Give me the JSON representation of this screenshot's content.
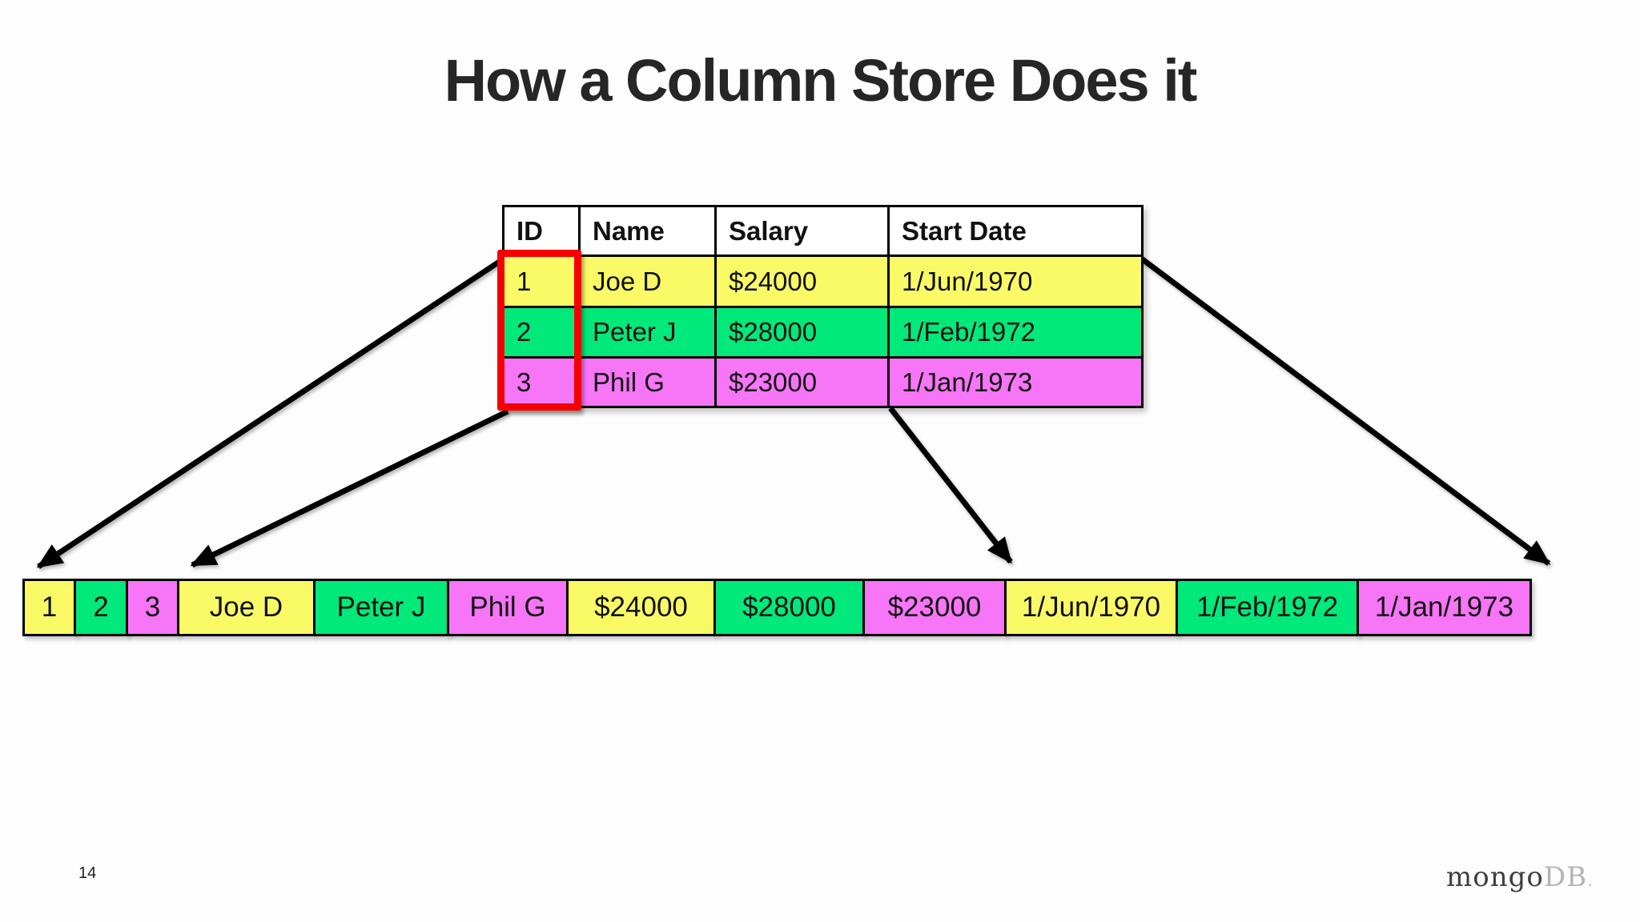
{
  "slide": {
    "title": "How a Column Store Does it",
    "page_number": "14"
  },
  "logo": {
    "prefix": "mongo",
    "suffix": "DB",
    "dot": "."
  },
  "colors": {
    "row_yellow": "#FAFA66",
    "row_green": "#00E97A",
    "row_magenta": "#F775F7",
    "header_white": "#FFFFFF",
    "highlight_red": "#F40000",
    "arrow_black": "#000000"
  },
  "employee_table": {
    "headers": [
      "ID",
      "Name",
      "Salary",
      "Start Date"
    ],
    "rows": [
      {
        "id": "1",
        "name": "Joe D",
        "salary": "$24000",
        "start_date": "1/Jun/1970",
        "color": "#FAFA66"
      },
      {
        "id": "2",
        "name": "Peter J",
        "salary": "$28000",
        "start_date": "1/Feb/1972",
        "color": "#00E97A"
      },
      {
        "id": "3",
        "name": "Phil G",
        "salary": "$23000",
        "start_date": "1/Jan/1973",
        "color": "#F775F7"
      }
    ]
  },
  "column_store_row": {
    "cells": [
      {
        "label": "1",
        "color": "#FAFA66"
      },
      {
        "label": "2",
        "color": "#00E97A"
      },
      {
        "label": "3",
        "color": "#F775F7"
      },
      {
        "label": "Joe D",
        "color": "#FAFA66"
      },
      {
        "label": "Peter J",
        "color": "#00E97A"
      },
      {
        "label": "Phil G",
        "color": "#F775F7"
      },
      {
        "label": "$24000",
        "color": "#FAFA66"
      },
      {
        "label": "$28000",
        "color": "#00E97A"
      },
      {
        "label": "$23000",
        "color": "#F775F7"
      },
      {
        "label": "1/Jun/1970",
        "color": "#FAFA66"
      },
      {
        "label": "1/Feb/1972",
        "color": "#00E97A"
      },
      {
        "label": "1/Jan/1973",
        "color": "#F775F7"
      }
    ]
  }
}
